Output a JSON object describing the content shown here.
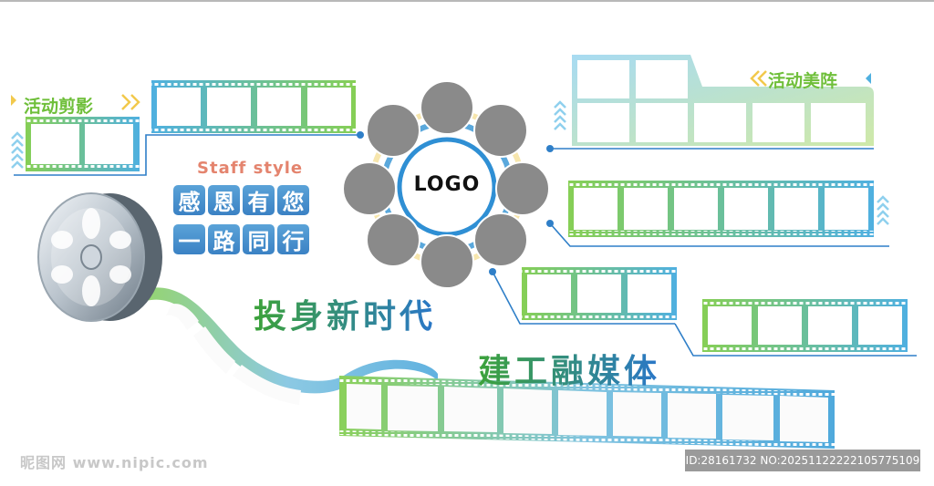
{
  "left_heading": "活动剪影",
  "right_heading": "活动美阵",
  "staff_style": "Staff style",
  "tiles_row1": [
    "感",
    "恩",
    "有",
    "您"
  ],
  "tiles_row2": [
    "一",
    "路",
    "同",
    "行"
  ],
  "logo": "LOGO",
  "slogan_1": "投身新时代",
  "slogan_2": "建工融媒体",
  "watermark_left": "昵图网 www.nipic.com",
  "watermark_right": "ID:28161732 NO:20251122222105775109",
  "colors": {
    "green": "#7cc84a",
    "blue": "#2f9ad8",
    "light_blue": "#8fd0ee",
    "circle_gray": "#8a8a8a",
    "tile_blue": "#4a90cf",
    "staff_orange": "#e4846e"
  },
  "icons": [
    "film-reel-icon",
    "film-strip-icon",
    "chevron-right-icon",
    "chevron-left-icon",
    "chevron-up-icon"
  ]
}
